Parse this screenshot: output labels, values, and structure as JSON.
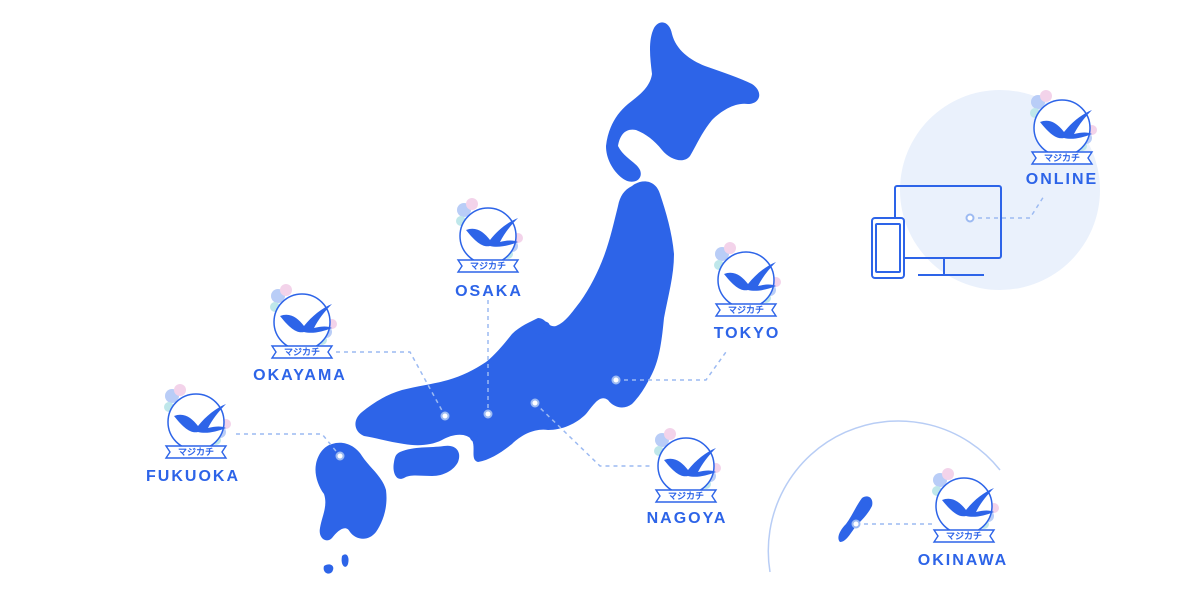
{
  "colors": {
    "accent": "#2d64e8",
    "map_fill": "#2d64e8",
    "connector": "#9cbaf2",
    "online_bg": "#eaf1fc",
    "badge_petal_blue": "#b9cdf7",
    "badge_petal_pink": "#f3d3ea",
    "badge_petal_teal": "#bfe7ea"
  },
  "badge_text": "マジカチ",
  "locations": [
    {
      "id": "fukuoka",
      "label": "FUKUOKA"
    },
    {
      "id": "okayama",
      "label": "OKAYAMA"
    },
    {
      "id": "osaka",
      "label": "OSAKA"
    },
    {
      "id": "tokyo",
      "label": "TOKYO"
    },
    {
      "id": "nagoya",
      "label": "NAGOYA"
    },
    {
      "id": "online",
      "label": "ONLINE"
    },
    {
      "id": "okinawa",
      "label": "OKINAWA"
    }
  ],
  "online_devices": [
    "monitor-icon",
    "smartphone-icon"
  ]
}
